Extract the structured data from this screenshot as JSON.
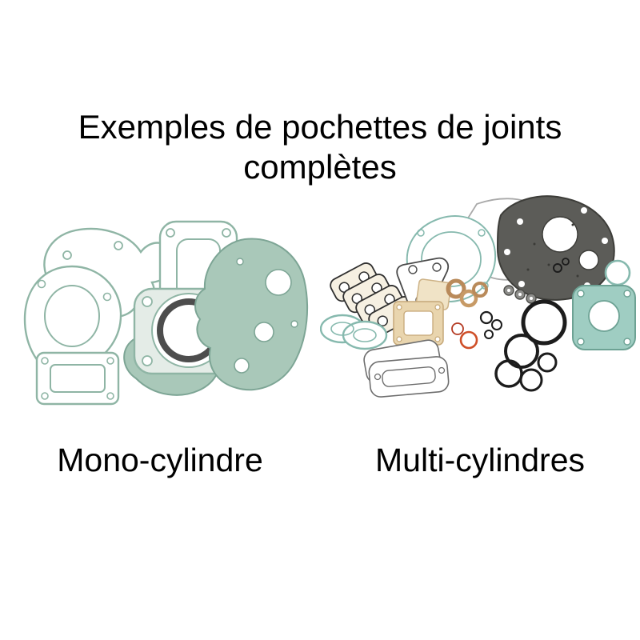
{
  "title": {
    "line1": "Exemples de pochettes de joints",
    "line2": "complètes"
  },
  "figures": {
    "mono": {
      "label": "Mono-cylindre",
      "illustration": "mono-cylinder-complete-gasket-set"
    },
    "multi": {
      "label": "Multi-cylindres",
      "illustration": "multi-cylinder-complete-gasket-set"
    }
  },
  "colors": {
    "background": "#ffffff",
    "text": "#000000",
    "gasket_sage_fill": "#a9c8b9",
    "gasket_sage_outline": "#8fb5a5",
    "gasket_teal": "#86b9ae",
    "gasket_charcoal": "#5c5c58",
    "gasket_beige": "#e9d5ae",
    "head_gasket_ring": "#4d4d4d",
    "o_ring_black": "#1c1c1c",
    "o_ring_orange": "#cf4f28",
    "washer_copper": "#b98a5a"
  }
}
